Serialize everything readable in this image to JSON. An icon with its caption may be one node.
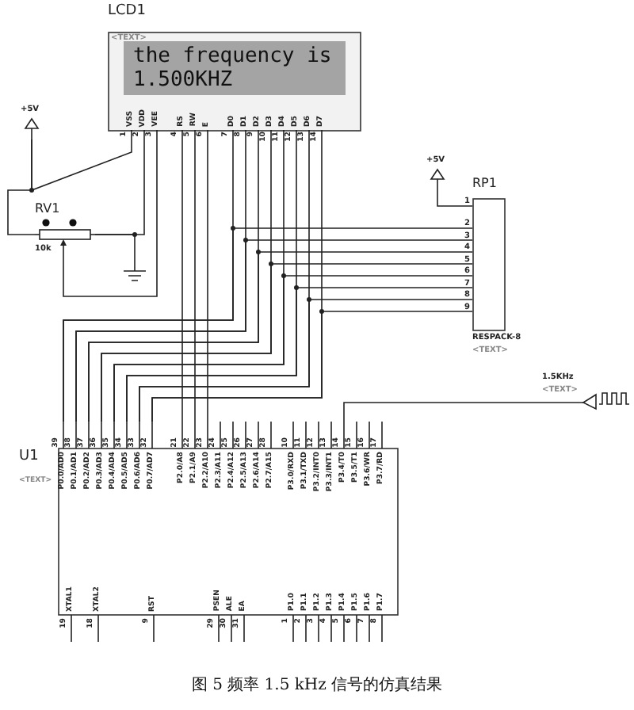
{
  "diagram": {
    "caption": "图 5 频率 1.5 kHz 信号的仿真结果",
    "nodes": [
      {
        "text": [
          "LCD1",
          "<TEXT>"
        ]
      },
      {
        "text": [
          "the frequency is",
          "1.500KHZ"
        ],
        "in": 0
      },
      {
        "text": [
          "+5V"
        ]
      },
      {
        "text": [
          "RV1",
          "10k"
        ]
      },
      {
        "text": [],
        "shape": "ground"
      },
      {
        "text": [
          "+5V"
        ]
      },
      {
        "text": [
          "RP1",
          "RESPACK-8",
          "<TEXT>"
        ]
      },
      {
        "text": [
          "U1",
          "<TEXT>"
        ]
      },
      {
        "text": [
          "1.5KHz",
          "<TEXT>"
        ]
      }
    ],
    "edges": [
      {
        "from": 0,
        "to": 2,
        "arrow": "none"
      },
      {
        "from": 2,
        "to": 3,
        "arrow": "none"
      },
      {
        "from": 0,
        "to": 3,
        "arrow": "none"
      },
      {
        "from": 0,
        "to": 3,
        "arrow": "none"
      },
      {
        "from": 3,
        "to": 4,
        "arrow": "none"
      },
      {
        "from": 0,
        "to": 7,
        "arrow": "none"
      },
      {
        "from": 0,
        "to": 7,
        "arrow": "none"
      },
      {
        "from": 0,
        "to": 7,
        "arrow": "none"
      },
      {
        "from": 0,
        "to": 7,
        "arrow": "none"
      },
      {
        "from": 0,
        "to": 7,
        "arrow": "none"
      },
      {
        "from": 0,
        "to": 7,
        "arrow": "none"
      },
      {
        "from": 0,
        "to": 7,
        "arrow": "none"
      },
      {
        "from": 0,
        "to": 7,
        "arrow": "none"
      },
      {
        "from": 0,
        "to": 7,
        "arrow": "none"
      },
      {
        "from": 0,
        "to": 7,
        "arrow": "none"
      },
      {
        "from": 0,
        "to": 7,
        "arrow": "none"
      },
      {
        "from": 6,
        "to": 7,
        "arrow": "none"
      },
      {
        "from": 6,
        "to": 7,
        "arrow": "none"
      },
      {
        "from": 6,
        "to": 7,
        "arrow": "none"
      },
      {
        "from": 6,
        "to": 7,
        "arrow": "none"
      },
      {
        "from": 6,
        "to": 7,
        "arrow": "none"
      },
      {
        "from": 6,
        "to": 7,
        "arrow": "none"
      },
      {
        "from": 6,
        "to": 7,
        "arrow": "none"
      },
      {
        "from": 6,
        "to": 7,
        "arrow": "none"
      },
      {
        "from": 5,
        "to": 6,
        "arrow": "none"
      },
      {
        "from": 8,
        "to": 7,
        "arrow": "none"
      }
    ],
    "labels": [
      "VSS",
      "VDD",
      "VEE",
      "RS",
      "RW",
      "E",
      "D0",
      "D1",
      "D2",
      "D3",
      "D4",
      "D5",
      "D6",
      "D7",
      "1",
      "2",
      "3",
      "4",
      "5",
      "6",
      "7",
      "8",
      "9",
      "10",
      "11",
      "12",
      "13",
      "14",
      "1",
      "2",
      "3",
      "4",
      "5",
      "6",
      "7",
      "8",
      "9",
      "P0.0/AD0",
      "P0.1/AD1",
      "P0.2/AD2",
      "P0.3/AD3",
      "P0.4/AD4",
      "P0.5/AD5",
      "P0.6/AD6",
      "P0.7/AD7",
      "P2.0/A8",
      "P2.1/A9",
      "P2.2/A10",
      "P2.3/A11",
      "P2.4/A12",
      "P2.5/A13",
      "P2.6/A14",
      "P2.7/A15",
      "P3.0/RXD",
      "P3.1/TXD",
      "P3.2/INT0",
      "P3.3/INT1",
      "P3.4/T0",
      "P3.5/T1",
      "P3.6/WR",
      "P3.7/RD",
      "39",
      "38",
      "37",
      "36",
      "35",
      "34",
      "33",
      "32",
      "21",
      "22",
      "23",
      "24",
      "25",
      "26",
      "27",
      "28",
      "10",
      "11",
      "12",
      "13",
      "14",
      "15",
      "16",
      "17",
      "XTAL1",
      "XTAL2",
      "RST",
      "PSEN",
      "ALE",
      "EA",
      "P1.0",
      "P1.1",
      "P1.2",
      "P1.3",
      "P1.4",
      "P1.5",
      "P1.6",
      "P1.7",
      "19",
      "18",
      "9",
      "29",
      "30",
      "31",
      "1",
      "2",
      "3",
      "4",
      "5",
      "6",
      "7",
      "8"
    ]
  }
}
